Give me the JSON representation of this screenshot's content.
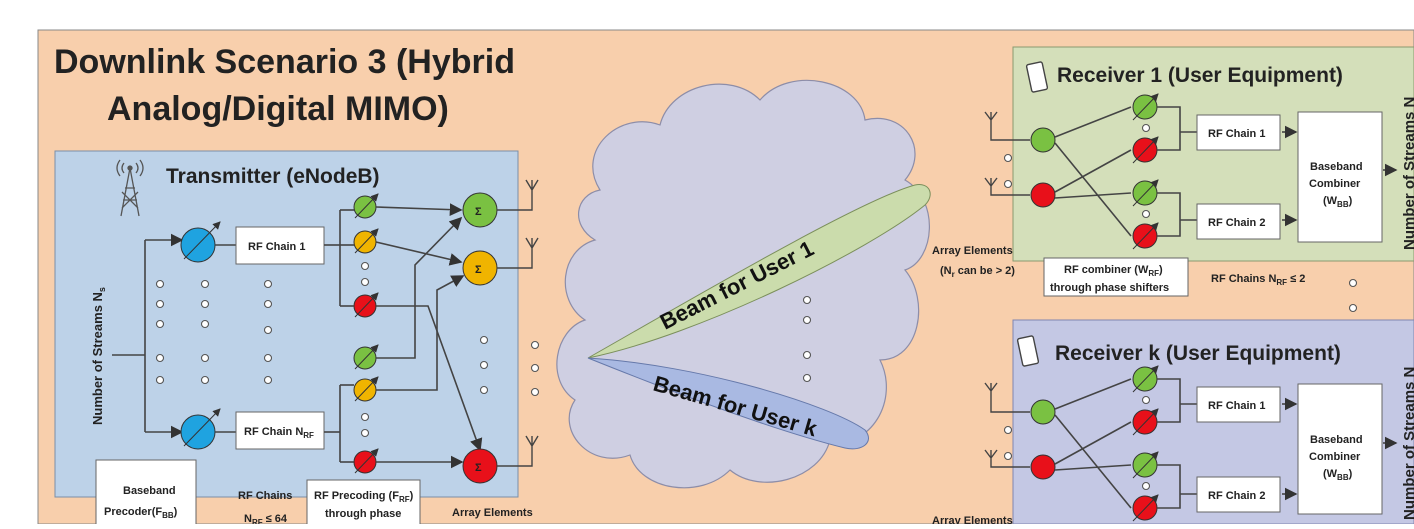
{
  "title_line1": "Downlink Scenario 3 (Hybrid",
  "title_line2": "Analog/Digital MIMO)",
  "transmitter": {
    "title": "Transmitter (eNodeB)",
    "streams_label": "Number of Streams N",
    "streams_sub": "s",
    "rf_chain_1": "RF Chain 1",
    "rf_chain_n": "RF Chain N",
    "rf_chain_n_sub": "RF",
    "sum_symbol": "Σ",
    "baseband_line1": "Baseband",
    "baseband_line2": "Precoder(F",
    "baseband_sub": "BB",
    "baseband_close": ")",
    "rf_chains_line1": "RF Chains",
    "rf_chains_line2": "N",
    "rf_chains_sub": "RF",
    "rf_chains_rest": " ≤ 64",
    "rf_precoding_line1": "RF Precoding (F",
    "rf_precoding_sub": "RF",
    "rf_precoding_close": ")",
    "rf_precoding_line2": "through phase",
    "array_elements": "Array Elements"
  },
  "channel": {
    "beam_user1": "Beam for User 1",
    "beam_userk": "Beam for User k"
  },
  "receiver1": {
    "title": "Receiver 1 (User Equipment)",
    "rf_chain_1": "RF Chain 1",
    "rf_chain_2": "RF Chain 2",
    "combiner_line1": "Baseband",
    "combiner_line2": "Combiner",
    "combiner_line3": "(W",
    "combiner_sub": "BB",
    "combiner_close": ")",
    "streams_label": "Number of Streams N",
    "array_line1": "Array Elements",
    "array_line2a": "(N",
    "array_line2_sub": "r",
    "array_line2b": " can be > 2)",
    "rf_combiner_line1a": "RF combiner (W",
    "rf_combiner_sub": "RF",
    "rf_combiner_line1b": ")",
    "rf_combiner_line2": "through phase shifters",
    "rf_chains_a": "RF Chains N",
    "rf_chains_sub": "RF",
    "rf_chains_b": " ≤ 2"
  },
  "receiverk": {
    "title": "Receiver k (User Equipment)",
    "rf_chain_1": "RF Chain 1",
    "rf_chain_2": "RF Chain 2",
    "combiner_line1": "Baseband",
    "combiner_line2": "Combiner",
    "combiner_line3": "(W",
    "combiner_sub": "BB",
    "combiner_close": ")",
    "streams_label": "Number of Streams N",
    "array_line1": "Array Elements"
  },
  "colors": {
    "background": "#f8cfac",
    "transmitter_panel": "#bdd2e8",
    "receiver1_panel": "#d4dfba",
    "receiverk_panel": "#c4c8e4",
    "cloud": "#cfcfe2",
    "beam1": "#cbdcac",
    "beamk": "#a9b9e2",
    "green": "#7ac142",
    "yellow": "#f0b400",
    "red": "#e8101a",
    "blue": "#1fa3e0"
  }
}
